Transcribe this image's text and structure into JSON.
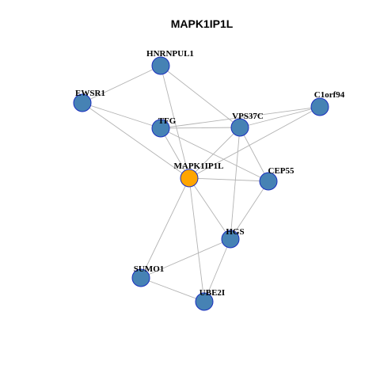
{
  "title": "MAPK1IP1L",
  "colors": {
    "center_node": "#FFA500",
    "neighbor_node": "#4682B4",
    "node_border": "#1A2FBF",
    "edge": "#B3B3B3"
  },
  "nodes": [
    {
      "id": "HNRNPUL1",
      "label": "HNRNPUL1",
      "center": false
    },
    {
      "id": "EWSR1",
      "label": "EWSR1",
      "center": false
    },
    {
      "id": "C1orf94",
      "label": "C1orf94",
      "center": false
    },
    {
      "id": "TFG",
      "label": "TFG",
      "center": false
    },
    {
      "id": "VPS37C",
      "label": "VPS37C",
      "center": false
    },
    {
      "id": "MAPK1IP1L",
      "label": "MAPK1IP1L",
      "center": true
    },
    {
      "id": "CEP55",
      "label": "CEP55",
      "center": false
    },
    {
      "id": "HGS",
      "label": "HGS",
      "center": false
    },
    {
      "id": "SUMO1",
      "label": "SUMO1",
      "center": false
    },
    {
      "id": "UBE2I",
      "label": "UBE2I",
      "center": false
    }
  ],
  "edges": [
    [
      "HNRNPUL1",
      "EWSR1"
    ],
    [
      "HNRNPUL1",
      "MAPK1IP1L"
    ],
    [
      "HNRNPUL1",
      "VPS37C"
    ],
    [
      "EWSR1",
      "TFG"
    ],
    [
      "EWSR1",
      "MAPK1IP1L"
    ],
    [
      "TFG",
      "VPS37C"
    ],
    [
      "TFG",
      "MAPK1IP1L"
    ],
    [
      "TFG",
      "CEP55"
    ],
    [
      "TFG",
      "C1orf94"
    ],
    [
      "VPS37C",
      "C1orf94"
    ],
    [
      "VPS37C",
      "MAPK1IP1L"
    ],
    [
      "VPS37C",
      "HGS"
    ],
    [
      "VPS37C",
      "CEP55"
    ],
    [
      "C1orf94",
      "MAPK1IP1L"
    ],
    [
      "MAPK1IP1L",
      "CEP55"
    ],
    [
      "MAPK1IP1L",
      "HGS"
    ],
    [
      "MAPK1IP1L",
      "SUMO1"
    ],
    [
      "MAPK1IP1L",
      "UBE2I"
    ],
    [
      "CEP55",
      "HGS"
    ],
    [
      "HGS",
      "SUMO1"
    ],
    [
      "HGS",
      "UBE2I"
    ],
    [
      "SUMO1",
      "UBE2I"
    ]
  ]
}
